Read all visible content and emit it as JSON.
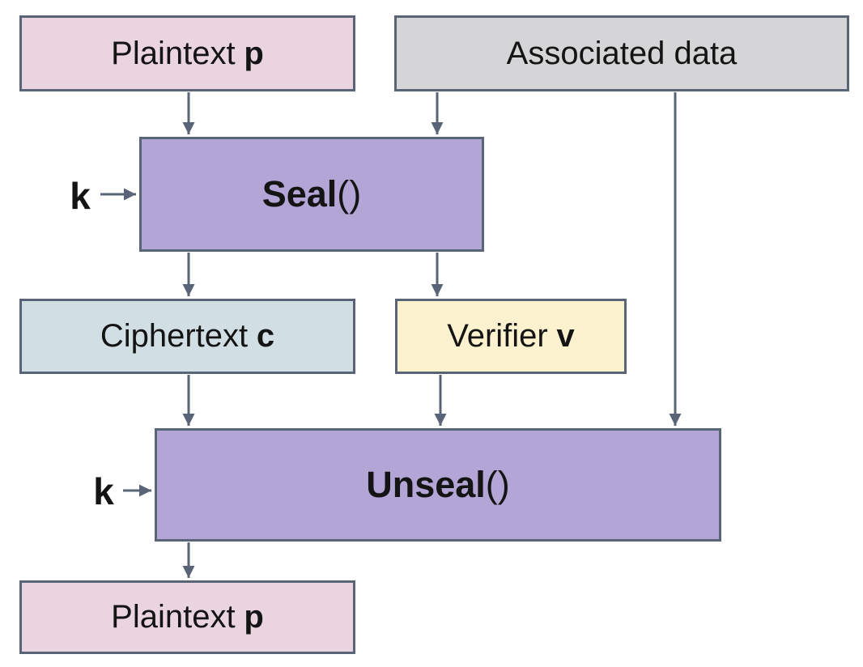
{
  "diagram": {
    "type": "flow-diagram",
    "subject": "Authenticated encryption Seal/Unseal data flow",
    "boxes": {
      "plaintext_top": {
        "text": "Plaintext",
        "variable": "p"
      },
      "associated_data": {
        "text": "Associated data"
      },
      "seal": {
        "text": "Seal",
        "parens": "()"
      },
      "ciphertext": {
        "text": "Ciphertext",
        "variable": "c"
      },
      "verifier": {
        "text": "Verifier",
        "variable": "v"
      },
      "unseal": {
        "text": "Unseal",
        "parens": "()"
      },
      "plaintext_bottom": {
        "text": "Plaintext",
        "variable": "p"
      }
    },
    "keys": {
      "seal_key": "k",
      "unseal_key": "k"
    },
    "edges": [
      "plaintext_top -> seal",
      "associated_data -> seal",
      "associated_data -> unseal",
      "k -> seal",
      "seal -> ciphertext",
      "seal -> verifier",
      "ciphertext -> unseal",
      "verifier -> unseal",
      "k -> unseal",
      "unseal -> plaintext_bottom"
    ]
  },
  "colors": {
    "plaintext_fill": "#ead4e0",
    "associated_fill": "#d5d4d6",
    "function_fill": "#b3a6d7",
    "ciphertext_fill": "#d1dfe4",
    "verifier_fill": "#fcf2d0",
    "stroke": "#5a6477",
    "text": "#141414",
    "background": "#ffffff"
  }
}
